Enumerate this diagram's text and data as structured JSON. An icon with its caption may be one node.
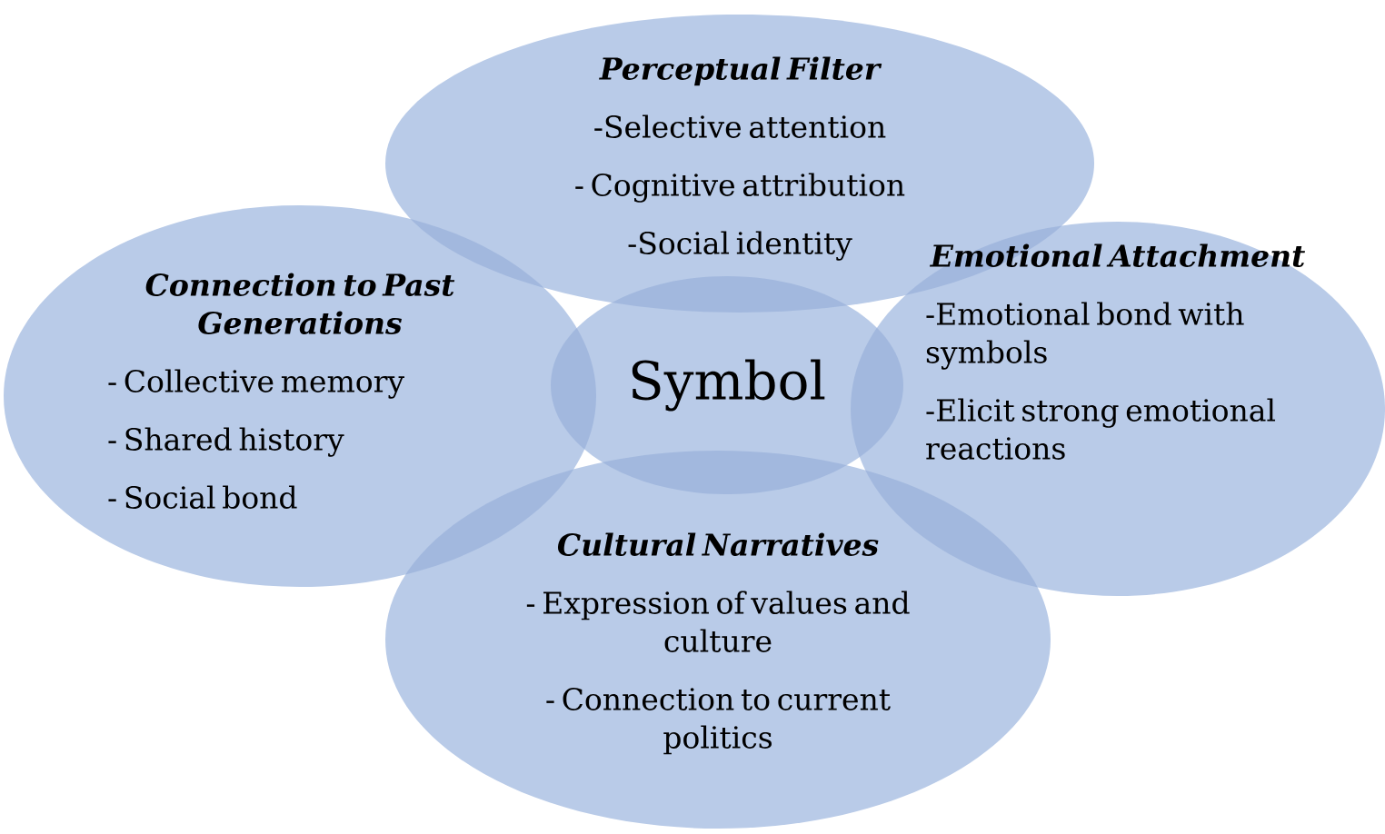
{
  "diagram": {
    "nodes": [
      {
        "text": [
          "Perceptual Filter",
          "-Selective attention",
          "- Cognitive attribution",
          "-Social identity"
        ]
      },
      {
        "text": [
          "Connection to Past Generations",
          "- Collective memory",
          "- Shared history",
          "- Social bond"
        ]
      },
      {
        "text": [
          "Symbol"
        ]
      },
      {
        "text": [
          "Emotional Attachment",
          "-Emotional bond with symbols",
          "-Elicit strong emotional reactions"
        ]
      },
      {
        "text": [
          "Cultural Narratives",
          "- Expression of values and culture",
          "- Connection to current politics"
        ]
      }
    ]
  }
}
